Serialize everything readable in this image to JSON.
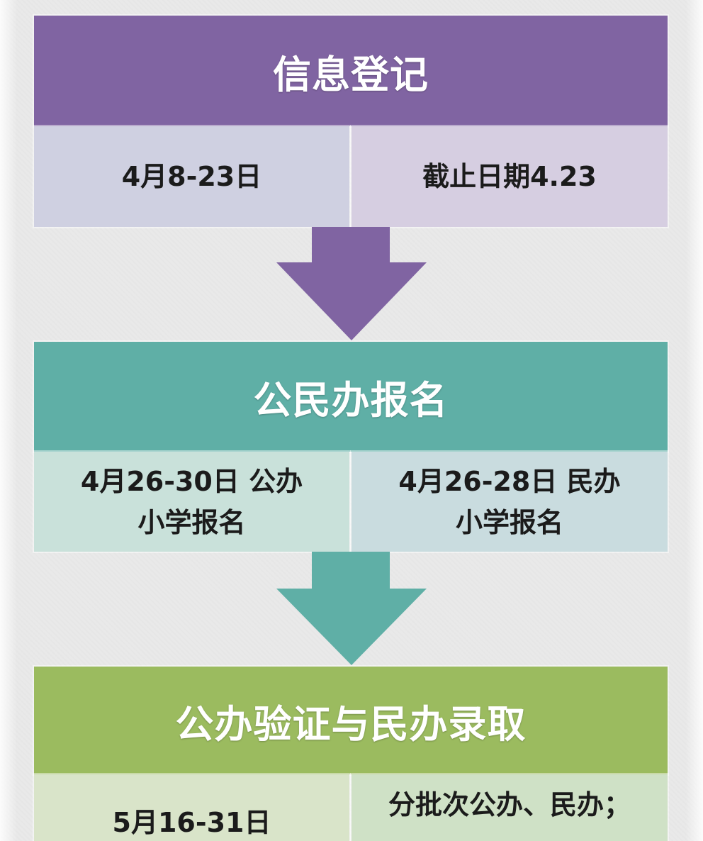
{
  "stages": [
    {
      "title": "信息登记",
      "color": "#8064a2",
      "cells": [
        {
          "text": "4月8-23日",
          "color": "#cfd0e1"
        },
        {
          "text": "截止日期4.23",
          "color": "#d6cee1"
        }
      ],
      "arrow_color": "#8064a2"
    },
    {
      "title": "公民办报名",
      "color": "#5fafa6",
      "cells": [
        {
          "text": "4月26-30日 公办小学报名",
          "color": "#c9e1da"
        },
        {
          "text": "4月26-28日 民办小学报名",
          "color": "#c9dcdf"
        }
      ],
      "arrow_color": "#5fafa6"
    },
    {
      "title": "公办验证与民办录取",
      "color": "#9bbb5f",
      "cells": [
        {
          "text": "5月16-31日",
          "color": "#d9e4c9"
        },
        {
          "text": "分批次公办、民办；",
          "color": "#cfe1c6"
        }
      ]
    }
  ]
}
